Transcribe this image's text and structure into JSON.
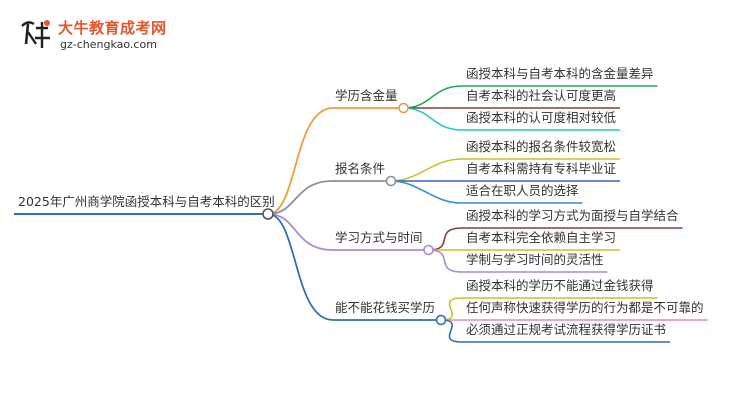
{
  "brand": {
    "name": "大牛教育成考网",
    "url": "gz-chengkao.com",
    "colors": {
      "brand": "#e2572c"
    }
  },
  "mindmap": {
    "root": "2025年广州商学院函授本科与自考本科的区别",
    "branches": [
      {
        "label": "学历含金量",
        "color": "#f39a3c",
        "children": [
          {
            "label": "函授本科与自考本科的含金量差异",
            "color": "#27a84a"
          },
          {
            "label": "自考本科的社会认可度更高",
            "color": "#8b3a3a"
          },
          {
            "label": "函授本科的认可度相对较低",
            "color": "#26c6c6"
          }
        ]
      },
      {
        "label": "报名条件",
        "color": "#8f8f8f",
        "children": [
          {
            "label": "函授本科的报名条件较宽松",
            "color": "#c9c12f"
          },
          {
            "label": "自考本科需持有专科毕业证",
            "color": "#3d5fc4"
          },
          {
            "label": "适合在职人员的选择",
            "color": "#2a8fd8"
          }
        ]
      },
      {
        "label": "学习方式与时间",
        "color": "#a98bd6",
        "children": [
          {
            "label": "函授本科的学习方式为面授与自学结合",
            "color": "#8b3a3a"
          },
          {
            "label": "自考本科完全依赖自主学习",
            "color": "#c9c12f"
          },
          {
            "label": "学制与学习时间的灵活性",
            "color": "#a98bd6"
          }
        ]
      },
      {
        "label": "能不能花钱买学历",
        "color": "#2f6fb5",
        "children": [
          {
            "label": "函授本科的学历不能通过金钱获得",
            "color": "#c9c12f"
          },
          {
            "label": "任何声称快速获得学历的行为都是不可靠的",
            "color": "#e88aa6"
          },
          {
            "label": "必须通过正规考试流程获得学历证书",
            "color": "#2f6fb5"
          }
        ]
      }
    ]
  }
}
